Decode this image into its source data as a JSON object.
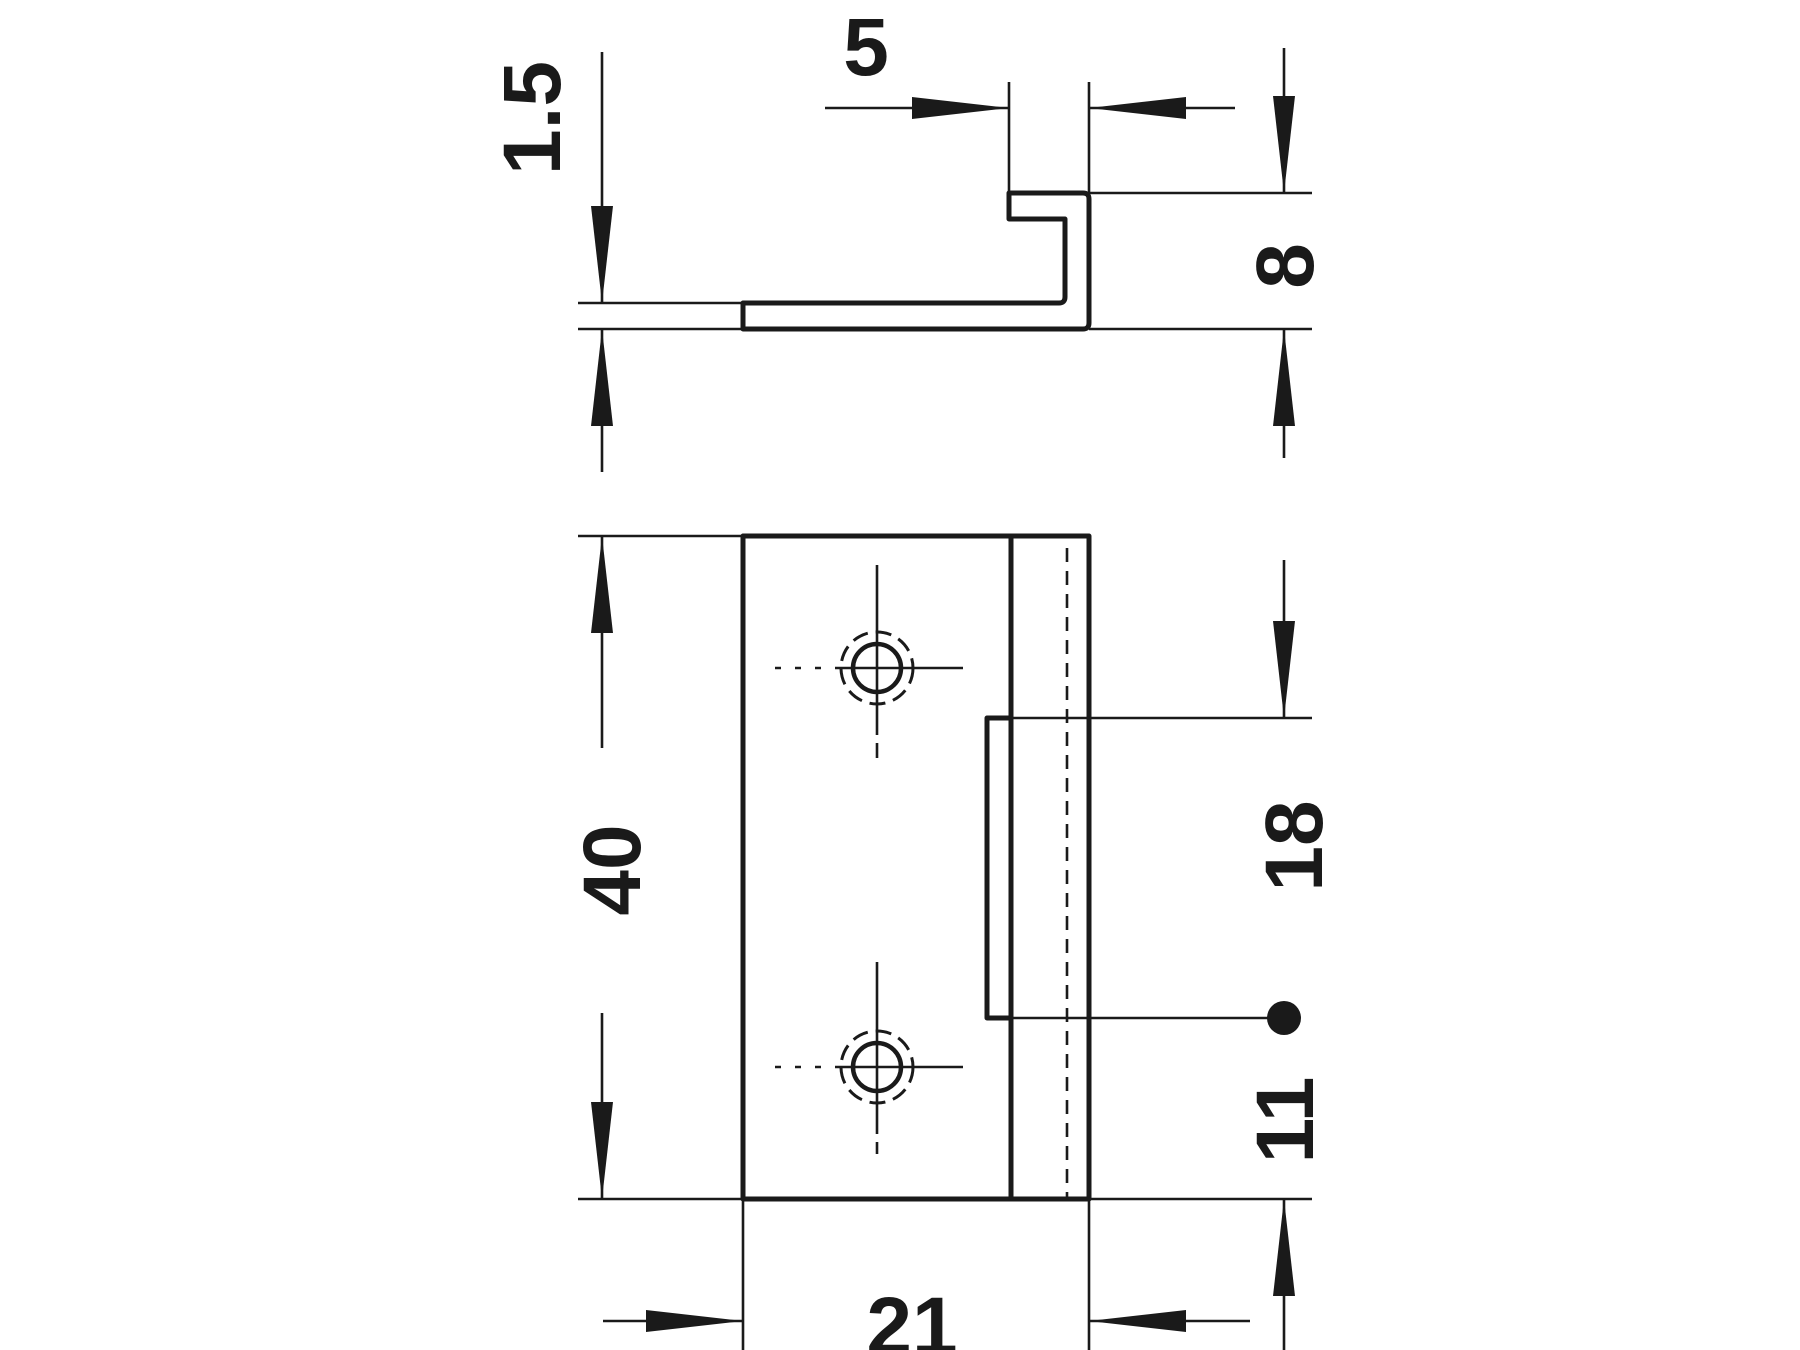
{
  "drawing": {
    "colors": {
      "line": "#1a1a1a",
      "background": "#ffffff"
    },
    "dimensions": {
      "thickness": "1.5",
      "flange_width": "5",
      "profile_height": "8",
      "plate_height": "40",
      "slot_spacing": "18",
      "slot_offset": "11",
      "plate_width": "21"
    },
    "icons": {
      "fixing_hole": "countersunk-screw-hole-icon",
      "reference_point": "reference-dot-icon"
    }
  }
}
